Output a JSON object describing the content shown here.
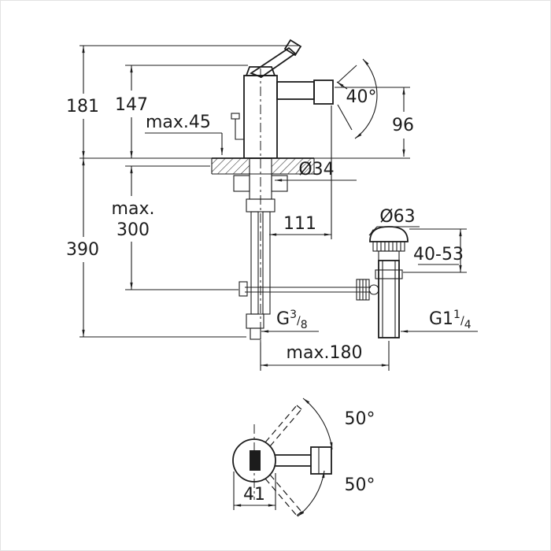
{
  "drawing": {
    "background": "#ffffff",
    "ink_color": "#1c1c1c",
    "dimensions": {
      "height_total": "181",
      "height_to_spout_base": "147",
      "deck_thickness_max": "max.45",
      "aerator_angle": "40°",
      "spout_height": "96",
      "hole_diameter": "Ø34",
      "depth_max_word": "max.",
      "depth_max_value": "300",
      "overall_depth": "390",
      "spout_projection": "111",
      "knob_diameter": "Ø63",
      "adjustment_range": "40-53",
      "max_spread": "max.180",
      "handle_swing_up": "50°",
      "handle_swing_down": "50°",
      "handle_offset": "41",
      "hose_thread": {
        "base": "G",
        "sup": "3",
        "slash": "/",
        "sub": "8"
      },
      "waste_thread": {
        "base": "G1",
        "sup": "1",
        "slash": "/",
        "sub": "4"
      }
    }
  }
}
